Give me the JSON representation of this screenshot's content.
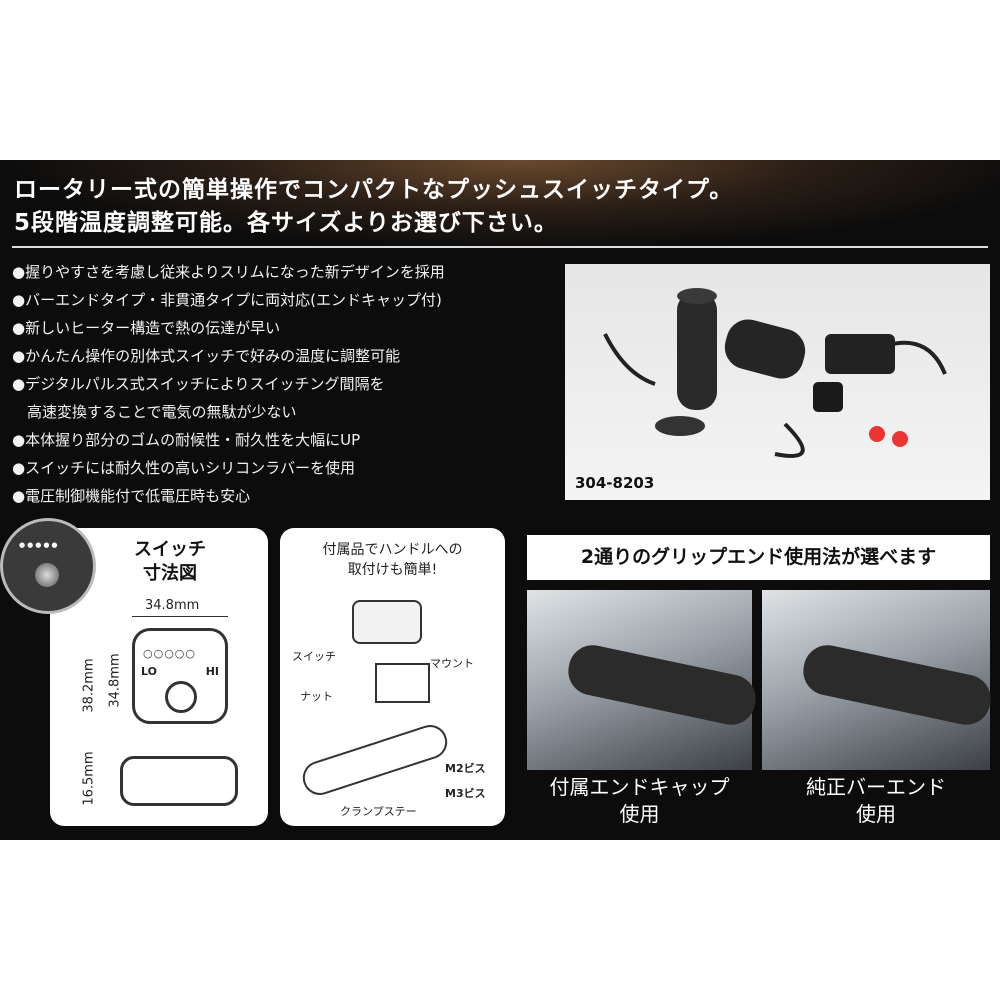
{
  "headline": [
    "ロータリー式の簡単操作でコンパクトなプッシュスイッチタイプ。",
    "5段階温度調整可能。各サイズよりお選び下さい。"
  ],
  "bullets": [
    "●握りやすさを考慮し従来よりスリムになった新デザインを採用",
    "●バーエンドタイプ・非貫通タイプに両対応(エンドキャップ付)",
    "●新しいヒーター構造で熱の伝達が早い",
    "●かんたん操作の別体式スイッチで好みの温度に調整可能",
    "●デジタルパルス式スイッチによりスイッチング間隔を",
    "　高速変換することで電気の無駄が少ない",
    "●本体握り部分のゴムの耐候性・耐久性を大幅にUP",
    "●スイッチには耐久性の高いシリコンラバーを使用",
    "●電圧制御機能付で低電圧時も安心"
  ],
  "product_code": "304-8203",
  "dimension_card": {
    "title": [
      "スイッチ",
      "寸法図"
    ],
    "width": "34.8mm",
    "height_outer": "38.2mm",
    "height_inner": "34.8mm",
    "depth": "16.5mm",
    "lo": "LO",
    "hi": "HI"
  },
  "mount_card": {
    "title": [
      "付属品でハンドルへの",
      "取付けも簡単!"
    ],
    "switch": "スイッチ",
    "mount": "マウント",
    "nut": "ナット",
    "m2": "M2ビス",
    "m3": "M3ビス",
    "clamp": "クランプステー"
  },
  "grip_end": {
    "banner": "2通りのグリップエンド使用法が選べます",
    "options": [
      {
        "caption": [
          "付属エンドキャップ",
          "使用"
        ]
      },
      {
        "caption": [
          "純正バーエンド",
          "使用"
        ]
      }
    ]
  }
}
